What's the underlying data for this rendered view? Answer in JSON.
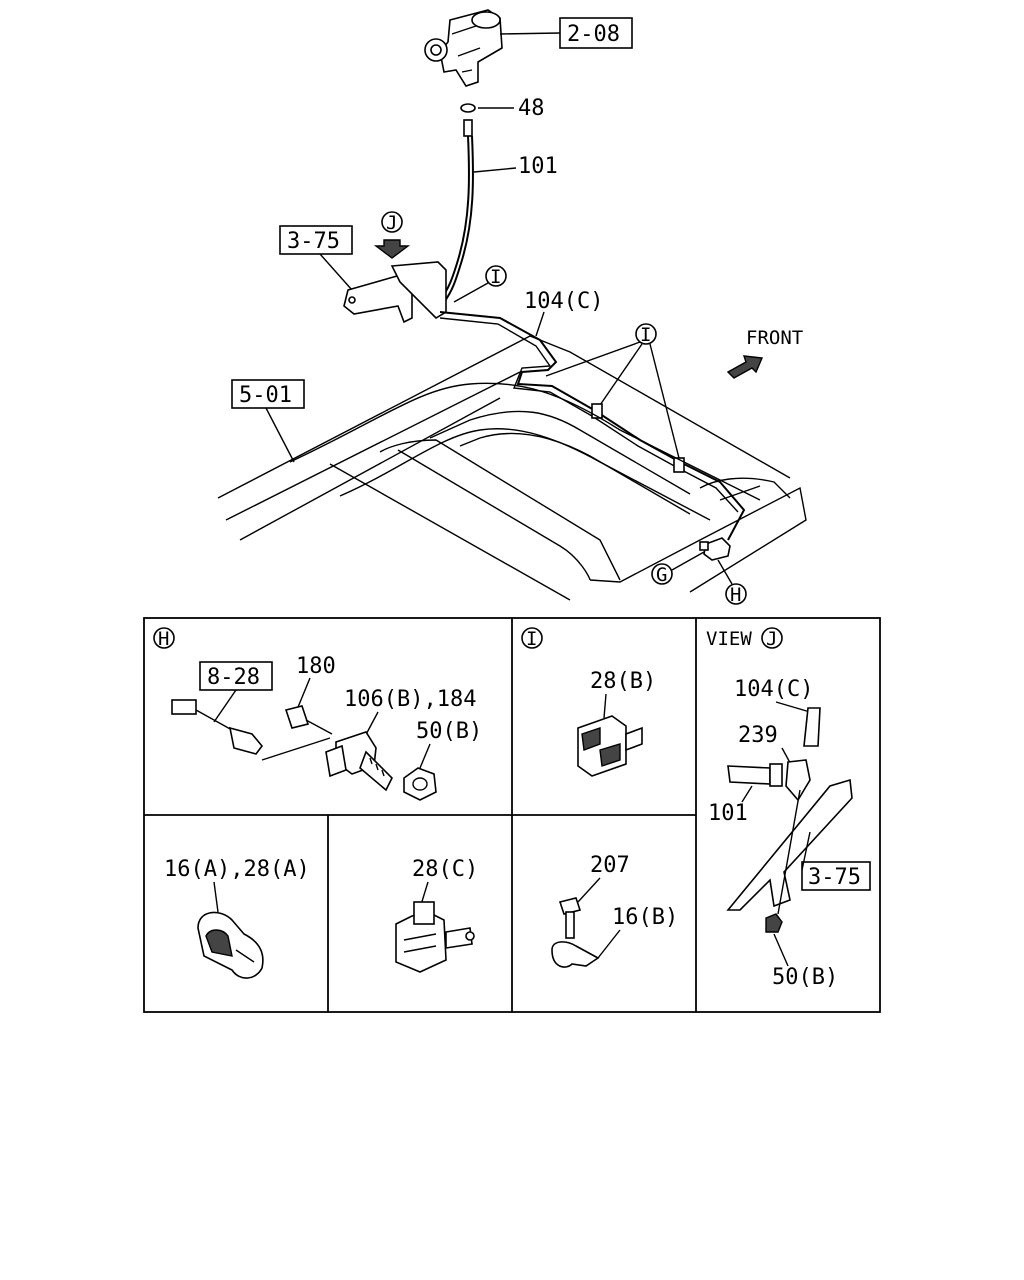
{
  "top": {
    "ref_2_08": "2-08",
    "callout_48": "48",
    "callout_101": "101",
    "ref_3_75": "3-75",
    "view_j_marker": "J",
    "clip_i_marker": "I",
    "callout_104c": "104(C)",
    "front_label": "FRONT",
    "ref_5_01": "5-01",
    "marker_g": "G",
    "marker_h": "H"
  },
  "panels": {
    "h": {
      "marker": "H",
      "ref_8_28": "8-28",
      "callout_180": "180",
      "callout_106b_184": "106(B),184",
      "callout_50b": "50(B)"
    },
    "i": {
      "marker": "I",
      "callout_28b": "28(B)"
    },
    "view_j": {
      "title": "VIEW",
      "marker": "J",
      "callout_104c": "104(C)",
      "callout_239": "239",
      "callout_101": "101",
      "ref_3_75": "3-75",
      "callout_50b": "50(B)"
    },
    "a": {
      "callout_16a_28a": "16(A),28(A)"
    },
    "c": {
      "callout_28c": "28(C)"
    },
    "b": {
      "callout_207": "207",
      "callout_16b": "16(B)"
    }
  }
}
